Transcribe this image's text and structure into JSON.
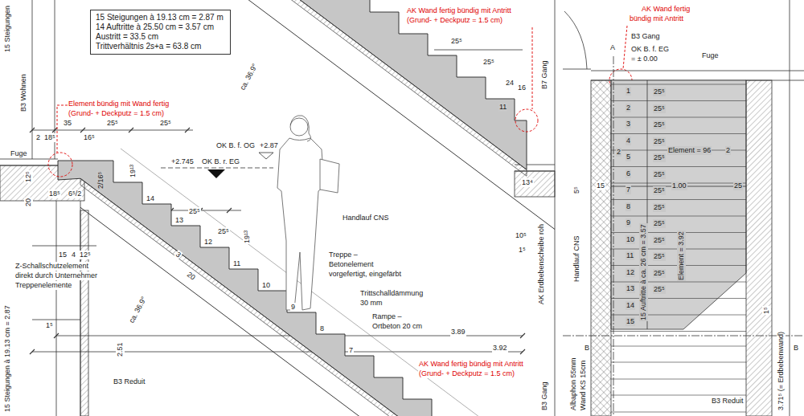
{
  "diagram": {
    "nodes": [
      {
        "text": [
          "15 Steigungen à 19.13 cm = 2.87 m",
          "14 Auftritte à 25.50 cm = 3.57 cm",
          "Austritt = 33.5 cm",
          "Trittverhältnis 2s+a = 63.8 cm"
        ]
      }
    ],
    "labels": [
      "15 Steigungen",
      "B3 Wohnen",
      "Element bündig mit Wand fertig",
      "(Grund- + Deckputz = 1.5 cm)",
      "35",
      "25⁵",
      "25⁵",
      "2",
      "18⁵",
      "16⁵",
      "Fuge",
      "12⁵",
      "20",
      "18⁵",
      "6⁵/2",
      "2/16⁵",
      "19¹³",
      "14",
      "13",
      "12",
      "11",
      "10",
      "9",
      "8",
      "7",
      "+2.745",
      "OK B. r. EG",
      "OK B. f. OG",
      "+2.87",
      "ca. 36.9°",
      "25⁵",
      "25⁵",
      "24",
      "16",
      "11",
      "AK Wand fertig bündig mit Antritt",
      "(Grund- + Deckputz = 1.5 cm)",
      "B7 Gang",
      "13⁴",
      "10⁵",
      "1⁵",
      "AK Erdbebenscheibe roh",
      "Handlauf CNS",
      "Treppe –",
      "Betonelement",
      "vorgefertigt, eingefärbt",
      "Trittschalldämmung",
      "30 mm",
      "Rampe –",
      "Ortbeton 20 cm",
      "3.89",
      "3.92",
      "AK Wand fertig bündig mit Antritt",
      "(Grund- + Deckputz = 1.5 cm)",
      "B3 Gang",
      "B3 Reduit",
      "2.51",
      "ca. 36.9°",
      "20",
      "3",
      "25⁵",
      "25⁵",
      "19¹³",
      "15",
      "4",
      "12⁵",
      "Z-Schallschutzelement",
      "direkt durch Unternehmer",
      "Treppenelemente",
      "1⁵",
      "15 Steigungen à 19.13 cm = 2.87",
      "AK Wand fertig",
      "bündig mit Antritt",
      "A",
      "B3 Gang",
      "OK B. f. EG",
      "= ± 0.00",
      "Fuge",
      "1",
      "2",
      "3",
      "4",
      "5",
      "6",
      "7",
      "8",
      "9",
      "10",
      "11",
      "12",
      "13",
      "14",
      "15",
      "25⁵",
      "25⁵",
      "25⁵",
      "25⁵",
      "25⁵",
      "25⁵",
      "25⁵",
      "25⁵",
      "25⁵",
      "25⁵",
      "25⁵",
      "25⁵",
      "25⁵",
      "2",
      "Element = 96",
      "2",
      "1.00",
      "15",
      "25",
      "5⁵",
      "Handlauf CNS",
      "15 Auftritte à ca. 26 cm = 3.57",
      "Element = 3.92",
      "B",
      "B",
      "Albaphon 55mm",
      "Wand KS 15cm",
      "3.71⁵ (= Erdbebenwand)",
      "1⁵",
      "B3 Reduit"
    ]
  }
}
